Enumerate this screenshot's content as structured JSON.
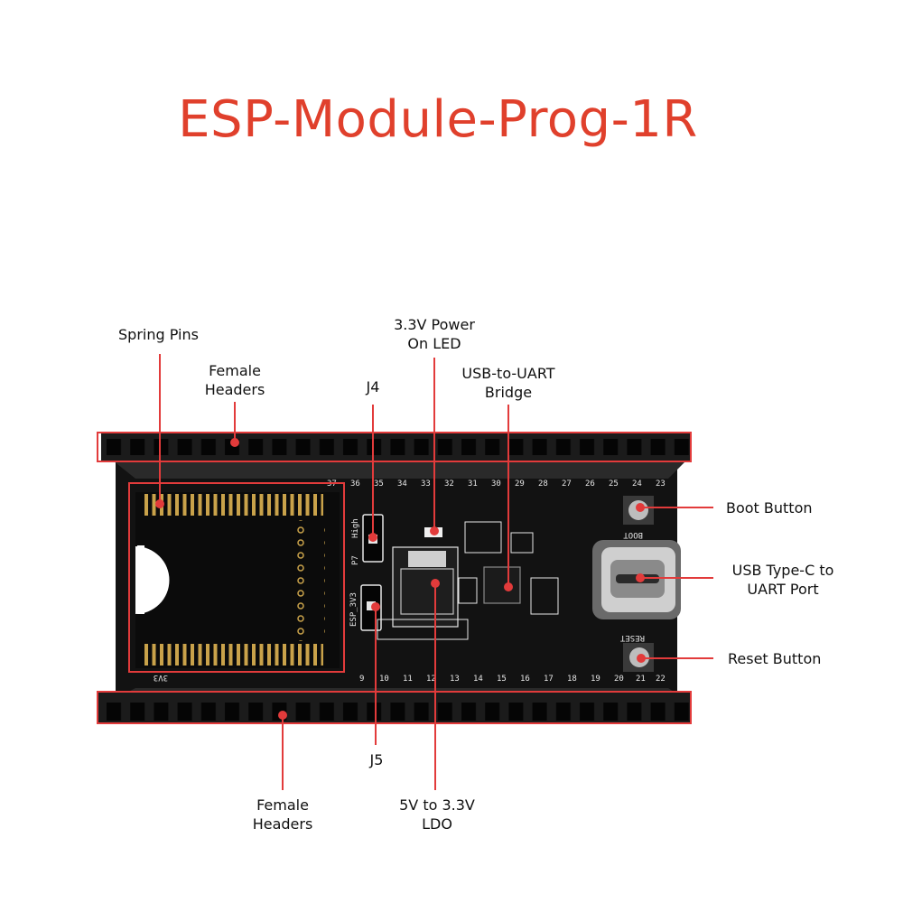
{
  "title": "ESP-Module-Prog-1R",
  "colors": {
    "title": "#e0402c",
    "callout": "#e23b3b",
    "board": "#121212",
    "header": "#1a1a1a",
    "silkscreen": "#e6e6e6",
    "spring_pin": "#c9a24a"
  },
  "labels": {
    "spring_pins": "Spring Pins",
    "female_headers_top": [
      "Female",
      "Headers"
    ],
    "j4": "J4",
    "power_led": [
      "3.3V Power",
      "On LED"
    ],
    "usb_uart_bridge": [
      "USB-to-UART",
      "Bridge"
    ],
    "boot_button": "Boot Button",
    "usb_type_c": [
      "USB Type-C to",
      "UART Port"
    ],
    "reset_button": "Reset Button",
    "j5": "J5",
    "female_headers_bottom": [
      "Female",
      "Headers"
    ],
    "ldo": [
      "5V to 3.3V",
      "LDO"
    ]
  },
  "silkscreen": {
    "pins_top": [
      "37",
      "36",
      "35",
      "34",
      "33",
      "32",
      "31",
      "30",
      "29",
      "28",
      "27",
      "26",
      "25",
      "24",
      "23"
    ],
    "pins_bottom": [
      "9",
      "10",
      "11",
      "12",
      "13",
      "14",
      "15",
      "16",
      "17",
      "18",
      "19",
      "20",
      "21",
      "22"
    ],
    "boot": "BOOT",
    "reset": "RESET",
    "esp_3v3": "ESP_3V3",
    "high": "High",
    "p7": "P7",
    "j3": "3V3"
  }
}
